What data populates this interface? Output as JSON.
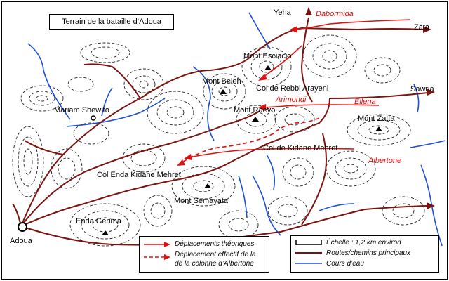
{
  "title": "Terrain de la bataille d’Adoua",
  "places": {
    "yeha": "Yeha",
    "zata": "Zata",
    "sawria": "Sawria",
    "adoua": "Adoua",
    "mariam_shewito": "Mariam Shewito",
    "mont_esciacio": "Mont Esciacio",
    "mont_beleh": "Mont Beleh",
    "col_rebbi_arayeni": "Col de Rebbi Arayeni",
    "mont_raeyo": "Mont Raeyo",
    "mont_zatta": "Mont Zatta",
    "col_kidane_mehret": "Col de  Kidane Mehret",
    "col_enda_kidane_mehret": "Col Enda Kidane Mehret",
    "mont_semayata": "Mont Semayata",
    "enda_gerima": "Enda Gerima"
  },
  "columns": {
    "dabormida": "Dabormida",
    "arimondi": "Arimondi",
    "ellena": "Ellena",
    "albertone": "Albertone"
  },
  "legend_left": {
    "theoretical": "Déplacements théoriques",
    "actual_line1": "Déplacement effectif de la",
    "actual_line2": "de la colonne d’Albertone"
  },
  "legend_right": {
    "scale": "Échelle : 1,2 km environ",
    "roads": "Routes/chemins principaux",
    "rivers": "Cours d’eau"
  },
  "colors": {
    "road": "#7a1410",
    "river": "#1d4fd8",
    "movement": "#e01010",
    "contour": "#222222"
  }
}
